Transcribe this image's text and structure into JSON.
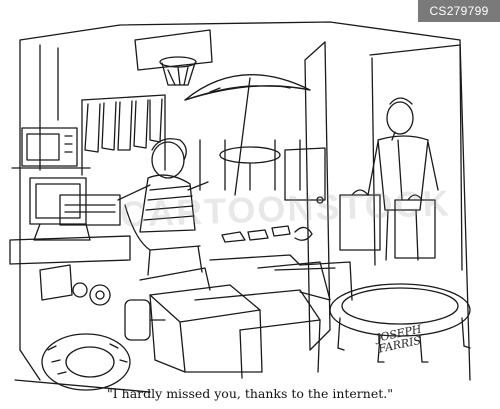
{
  "badge": {
    "id": "CS279799"
  },
  "caption": {
    "text": "\"I hardly missed you, thanks to the internet.\""
  },
  "watermark": {
    "text": "CARTOONSTOCK"
  },
  "signature": {
    "line1": "JOSEPH",
    "line2": "FARRIS"
  },
  "scene": {
    "ink_color": "#1a1a1a",
    "paper_color": "#ffffff",
    "badge_color": "#7a7a7a"
  }
}
